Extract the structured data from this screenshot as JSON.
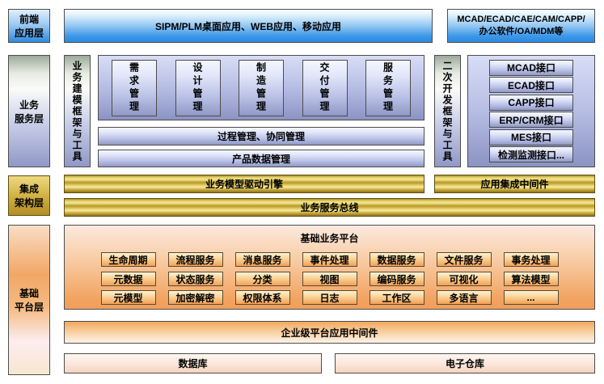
{
  "palette": {
    "blue-deep": "#2f8ade",
    "purple": "#9098c6",
    "gold": "#c9a839",
    "orange": "#f2a25e"
  },
  "layers": {
    "frontend": {
      "label": [
        "前端",
        "应用层"
      ],
      "apps_bar": "SIPM/PLM桌面应用、WEB应用、移动应用",
      "external_apps": [
        "MCAD/ECAD/CAE/CAM/CAPP/",
        "办公软件/OA/MDM等"
      ]
    },
    "business": {
      "label": [
        "业务",
        "服务层"
      ],
      "modeling_framework": "业务建模框架与工具",
      "modules": [
        "需求管理",
        "设计管理",
        "制造管理",
        "交付管理",
        "服务管理"
      ],
      "process_bar": "过程管理、协同管理",
      "pdm_bar": "产品数据管理",
      "dev_framework": "二次开发框架与工具",
      "interfaces": [
        "MCAD接口",
        "ECAD接口",
        "CAPP接口",
        "ERP/CRM接口",
        "MES接口",
        "检测监测接口..."
      ]
    },
    "integration": {
      "label": [
        "集成",
        "架构层"
      ],
      "model_engine": "业务模型驱动引擎",
      "app_middleware": "应用集成中间件",
      "service_bus": "业务服务总线"
    },
    "platform": {
      "label": [
        "基础",
        "平台层"
      ],
      "panel_title": "基础业务平台",
      "services": [
        [
          "生命周期",
          "流程服务",
          "消息服务",
          "事件处理",
          "数据服务",
          "文件服务",
          "事务处理"
        ],
        [
          "元数据",
          "状态服务",
          "分类",
          "视图",
          "编码服务",
          "可视化",
          "算法模型"
        ],
        [
          "元模型",
          "加密解密",
          "权限体系",
          "日志",
          "工作区",
          "多语言",
          "..."
        ]
      ],
      "enterprise_middleware": "企业级平台应用中间件",
      "database": "数据库",
      "vault": "电子仓库"
    }
  }
}
